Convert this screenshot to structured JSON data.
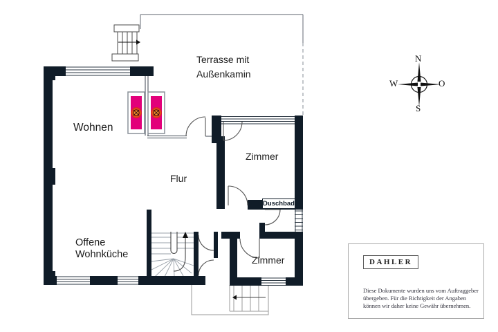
{
  "floorplan": {
    "labels": {
      "wohnen": "Wohnen",
      "terrasse_line1": "Terrasse mit",
      "terrasse_line2": "Außenkamin",
      "flur": "Flur",
      "kueche_line1": "Offene",
      "kueche_line2": "Wohnküche",
      "zimmer_top": "Zimmer",
      "zimmer_bottom": "Zimmer",
      "duschbad": "Duschbad"
    },
    "colors": {
      "wall": "#101c28",
      "fireplace_magenta": "#e2007a",
      "fireplace_core": "#d61f26"
    }
  },
  "compass": {
    "north": "N",
    "east": "O",
    "south": "S",
    "west": "W"
  },
  "legend": {
    "brand": "DAHLER",
    "disclaimer_lines": [
      "Diese Dokumente wurden uns vom Auftraggeber",
      "übergeben. Für die Richtigkeit der Angaben",
      "können wir daher keine Gewähr übernehmen."
    ]
  }
}
